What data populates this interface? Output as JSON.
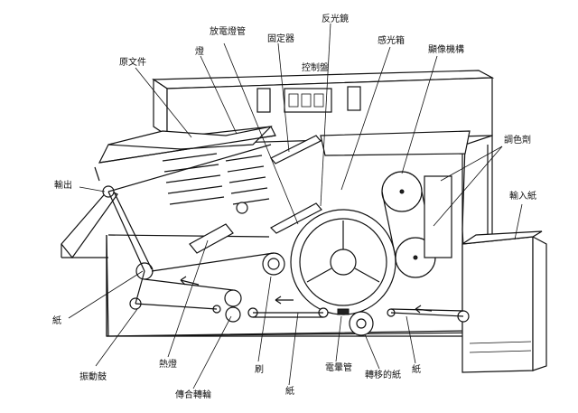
{
  "labels": {
    "original": "原文件",
    "lamp": "燈",
    "discharge_tube": "放電燈管",
    "fixing_device": "固定器",
    "mirror_lens": "反光鏡",
    "exposure_box": "感光箱",
    "control_panel": "控制盤",
    "developing_device": "顯像機構",
    "toner_brush": "調色劑",
    "output": "輸出",
    "input_paper": "輸入紙",
    "paper_left": "紙",
    "vibrating_drum": "振動鼓",
    "heat_lamp": "熱燈",
    "coupling_gear": "傳合轉輪",
    "brush": "刷",
    "paper_bottom": "紙",
    "electrode_tube": "電暈管",
    "transfer_paper": "轉移的紙",
    "paper_right": "紙"
  }
}
